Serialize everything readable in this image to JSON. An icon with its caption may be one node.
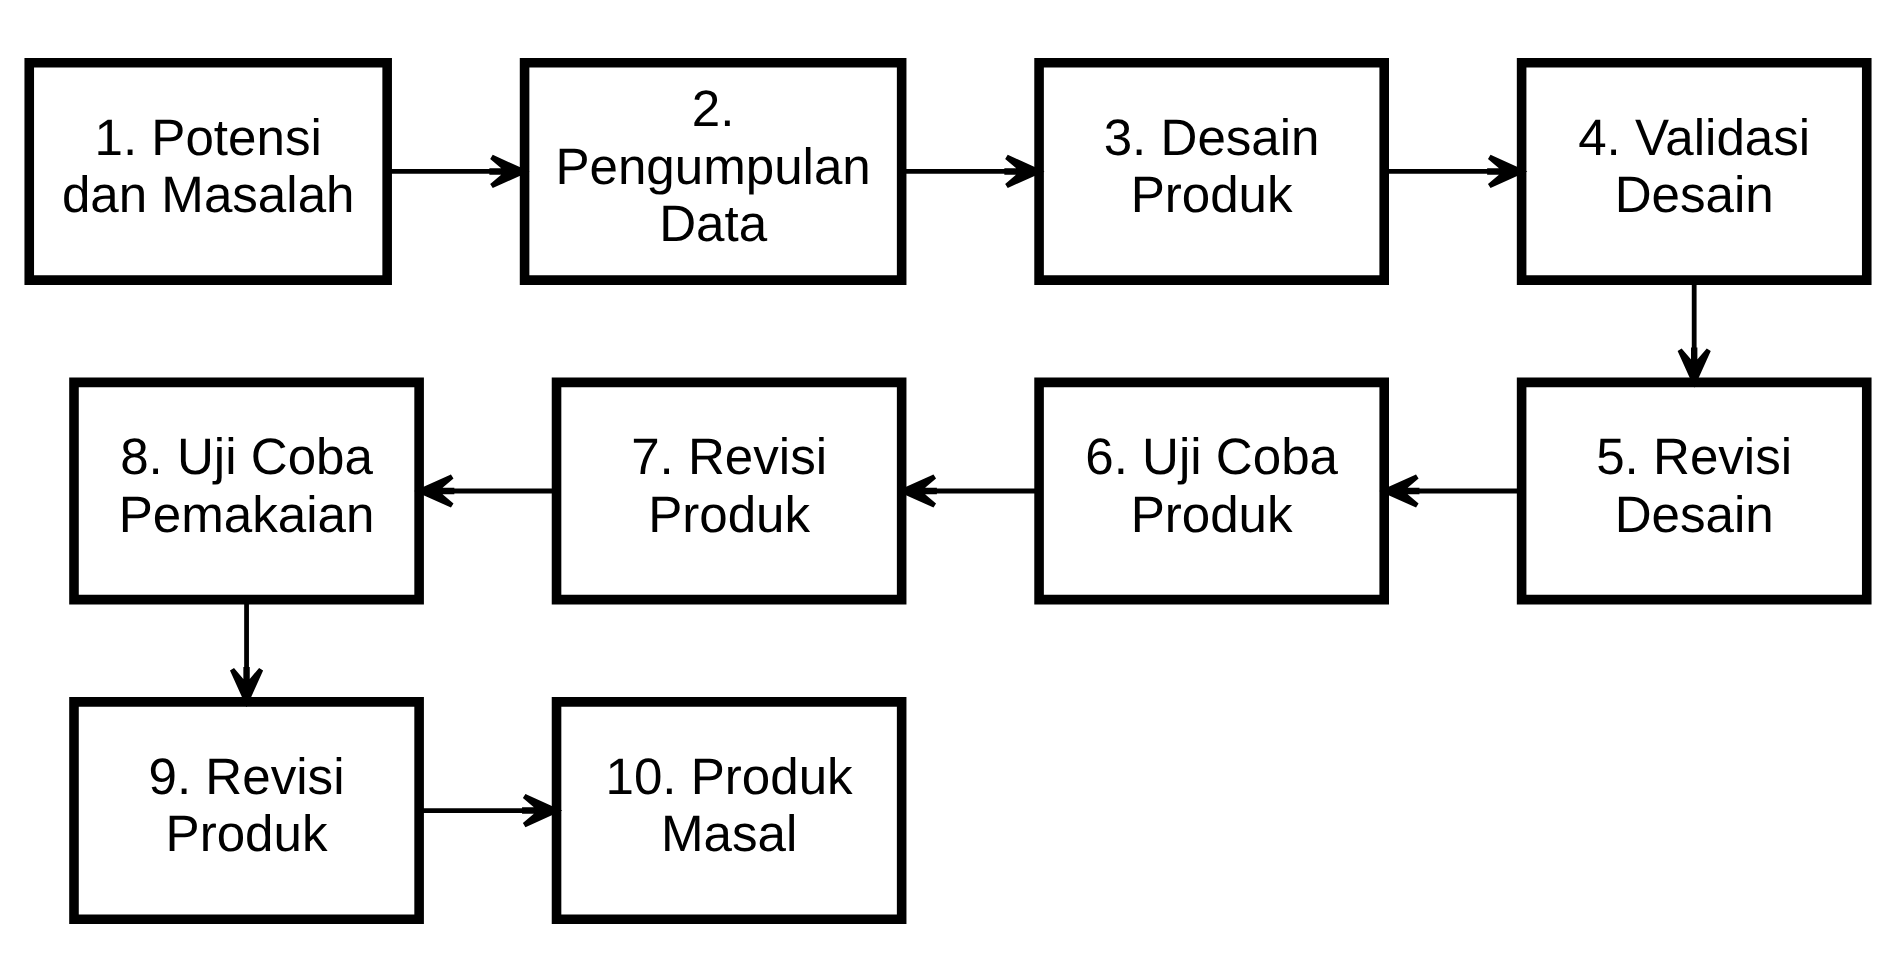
{
  "diagram": {
    "nodes": [
      {
        "text": [
          "1. Potensi dan Masalah"
        ]
      },
      {
        "text": [
          "2. Pengumpulan Data"
        ]
      },
      {
        "text": [
          "3. Desain Produk"
        ]
      },
      {
        "text": [
          "4. Validasi Desain"
        ]
      },
      {
        "text": [
          "5. Revisi Desain"
        ]
      },
      {
        "text": [
          "6. Uji Coba Produk"
        ]
      },
      {
        "text": [
          "7. Revisi Produk"
        ]
      },
      {
        "text": [
          "8. Uji Coba Pemakaian"
        ]
      },
      {
        "text": [
          "9. Revisi Produk"
        ]
      },
      {
        "text": [
          "10. Produk Masal"
        ]
      }
    ],
    "edges": [
      {
        "from": 0,
        "to": 1,
        "arrow": "to"
      },
      {
        "from": 1,
        "to": 2,
        "arrow": "to"
      },
      {
        "from": 2,
        "to": 3,
        "arrow": "to"
      },
      {
        "from": 3,
        "to": 4,
        "arrow": "to"
      },
      {
        "from": 4,
        "to": 5,
        "arrow": "to"
      },
      {
        "from": 5,
        "to": 6,
        "arrow": "to"
      },
      {
        "from": 6,
        "to": 7,
        "arrow": "to"
      },
      {
        "from": 7,
        "to": 8,
        "arrow": "to"
      },
      {
        "from": 8,
        "to": 9,
        "arrow": "to"
      }
    ]
  }
}
